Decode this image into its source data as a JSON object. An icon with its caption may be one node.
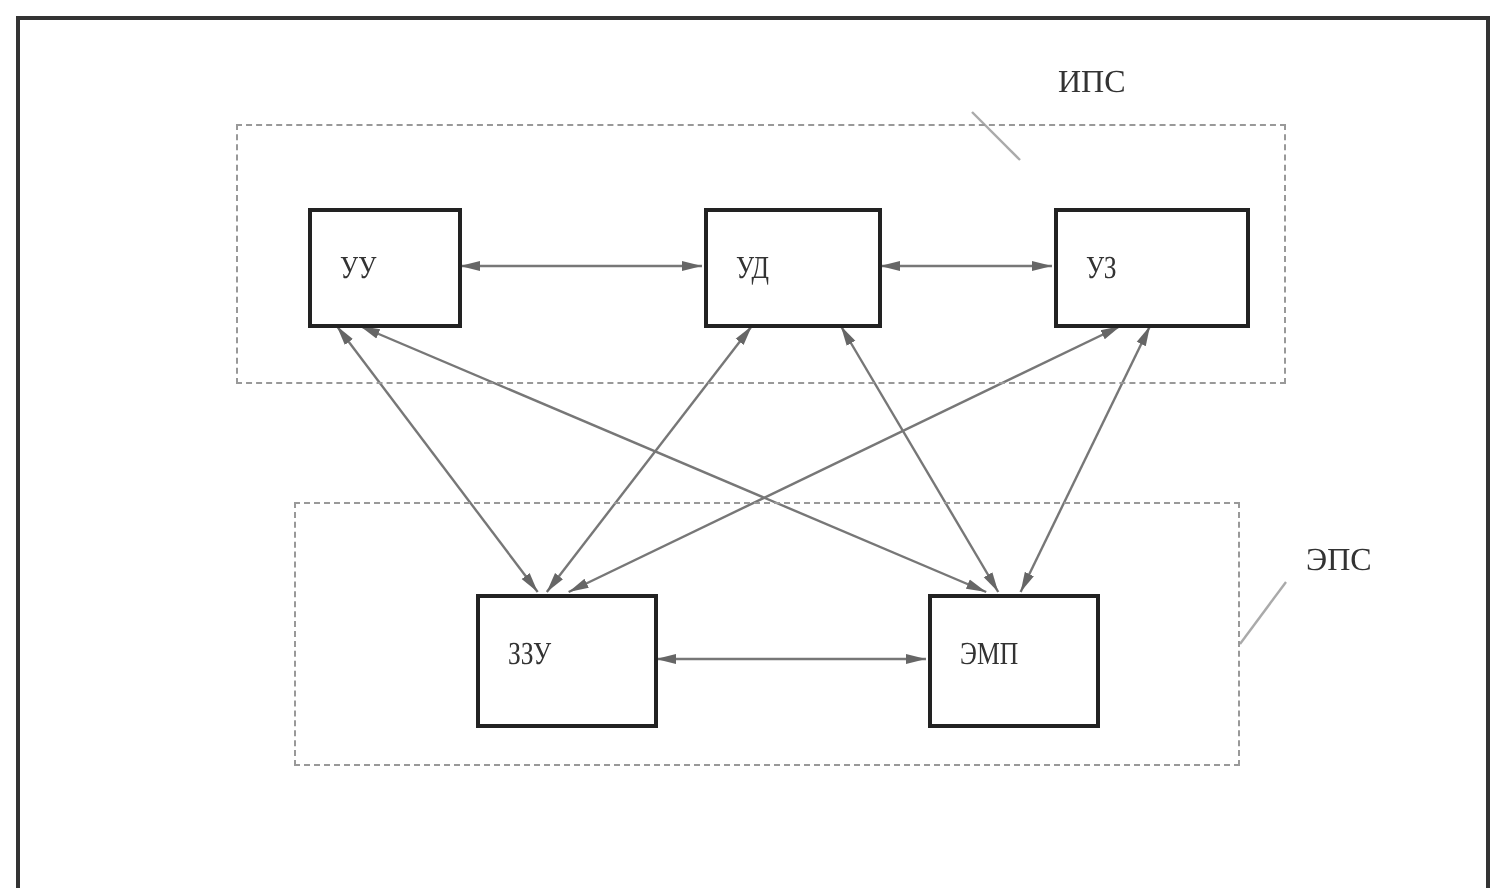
{
  "diagram": {
    "nodes": [
      {
        "text": [
          "ИПС"
        ]
      },
      {
        "text": [
          "УУ"
        ],
        "in": 0
      },
      {
        "text": [
          "УД"
        ],
        "in": 0
      },
      {
        "text": [
          "УЗ"
        ],
        "in": 0
      },
      {
        "text": [
          "ЭПС"
        ]
      },
      {
        "text": [
          "ЗЗУ"
        ],
        "in": 4
      },
      {
        "text": [
          "ЭМП"
        ],
        "in": 4
      }
    ],
    "edges": [
      {
        "from": 1,
        "to": 2,
        "arrow": "both"
      },
      {
        "from": 2,
        "to": 3,
        "arrow": "both"
      },
      {
        "from": 1,
        "to": 5,
        "arrow": "both"
      },
      {
        "from": 1,
        "to": 6,
        "arrow": "both"
      },
      {
        "from": 2,
        "to": 5,
        "arrow": "both"
      },
      {
        "from": 2,
        "to": 6,
        "arrow": "both"
      },
      {
        "from": 3,
        "to": 5,
        "arrow": "both"
      },
      {
        "from": 3,
        "to": 6,
        "arrow": "both"
      },
      {
        "from": 5,
        "to": 6,
        "arrow": "both"
      }
    ]
  }
}
